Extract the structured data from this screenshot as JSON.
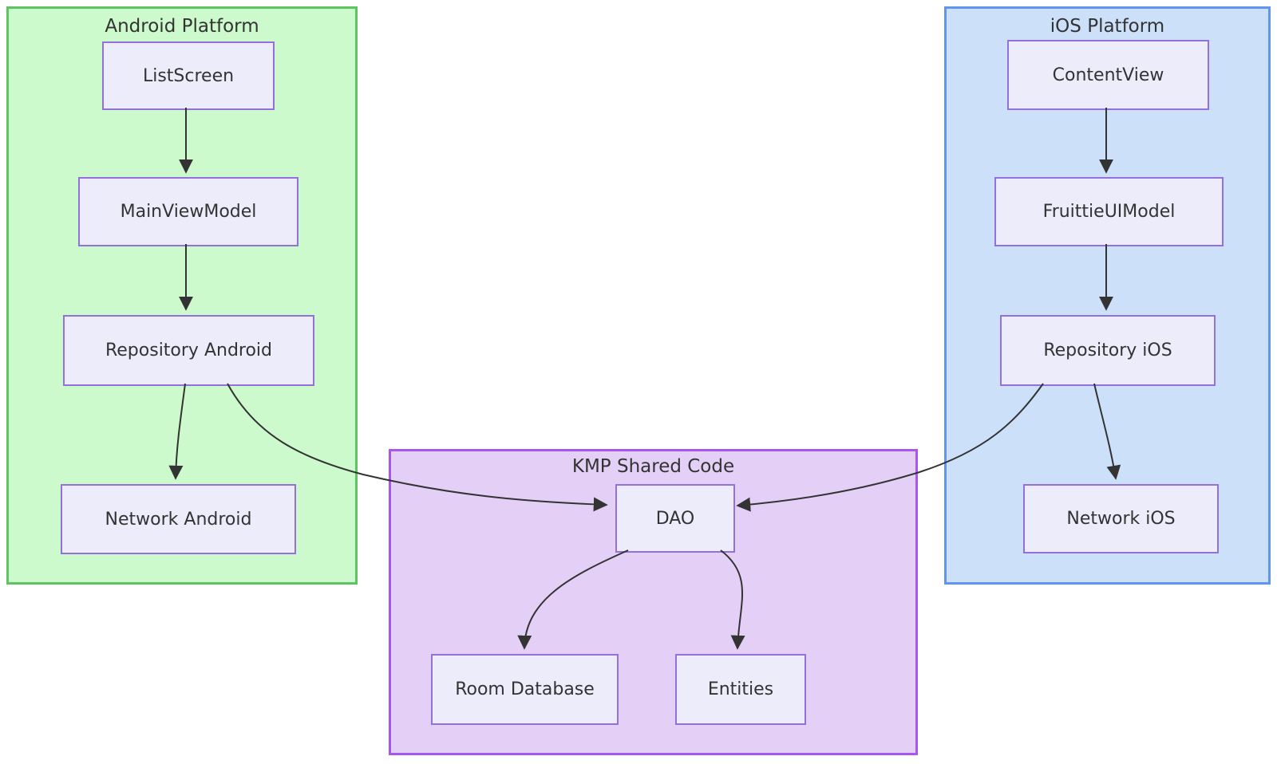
{
  "groups": {
    "android": {
      "title": "Android Platform",
      "nodes": {
        "listscreen": "ListScreen",
        "mainviewmodel": "MainViewModel",
        "repository": "Repository Android",
        "network": "Network Android"
      }
    },
    "ios": {
      "title": "iOS Platform",
      "nodes": {
        "contentview": "ContentView",
        "fruittieuimodel": "FruittieUIModel",
        "repository": "Repository iOS",
        "network": "Network iOS"
      }
    },
    "kmp": {
      "title": "KMP Shared Code",
      "nodes": {
        "dao": "DAO",
        "room": "Room Database",
        "entities": "Entities"
      }
    }
  },
  "edges": [
    {
      "from": "ListScreen",
      "to": "MainViewModel"
    },
    {
      "from": "MainViewModel",
      "to": "Repository Android"
    },
    {
      "from": "Repository Android",
      "to": "Network Android"
    },
    {
      "from": "Repository Android",
      "to": "DAO"
    },
    {
      "from": "ContentView",
      "to": "FruittieUIModel"
    },
    {
      "from": "FruittieUIModel",
      "to": "Repository iOS"
    },
    {
      "from": "Repository iOS",
      "to": "Network iOS"
    },
    {
      "from": "Repository iOS",
      "to": "DAO"
    },
    {
      "from": "DAO",
      "to": "Room Database"
    },
    {
      "from": "DAO",
      "to": "Entities"
    }
  ],
  "colors": {
    "android-fill": "#ccfacc",
    "android-border": "#5ec45f",
    "ios-fill": "#cce0fa",
    "ios-border": "#6095f2",
    "kmp-fill": "#e4d0f7",
    "kmp-border": "#aa55f0",
    "node-fill": "#ececfb",
    "node-border": "#9370db",
    "edge": "#333333",
    "text": "#333333"
  }
}
